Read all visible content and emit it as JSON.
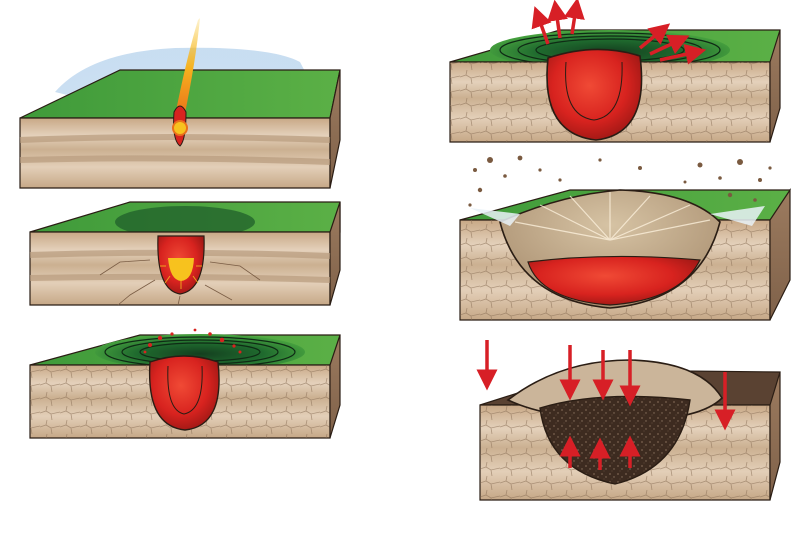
{
  "figure": {
    "description_free": true,
    "panel_count": 6,
    "columns": 2,
    "panels": [
      {
        "column": "left",
        "order": 1,
        "stage": "impact-entry",
        "elements": [
          "meteor-trail",
          "shockwave-dome",
          "impact-point"
        ]
      },
      {
        "column": "left",
        "order": 2,
        "stage": "contact-compression",
        "elements": [
          "melt-cavity",
          "radial-cracks"
        ]
      },
      {
        "column": "left",
        "order": 3,
        "stage": "excavation-begins",
        "elements": [
          "expanding-cavity",
          "ejecta-spray",
          "fracture-rings"
        ]
      },
      {
        "column": "right",
        "order": 4,
        "stage": "excavation-flow",
        "elements": [
          "expanding-cavity",
          "ejecta-arrows",
          "fracture-rings"
        ]
      },
      {
        "column": "right",
        "order": 5,
        "stage": "ejecta-curtain",
        "elements": [
          "transient-crater",
          "ejecta-curtain",
          "debris-particles"
        ]
      },
      {
        "column": "right",
        "order": 6,
        "stage": "modification-collapse",
        "elements": [
          "breccia-fill",
          "collapse-arrows",
          "rim-uplift"
        ]
      }
    ]
  },
  "colors": {
    "grass_top": "#3f9a3a",
    "grass_dark": "#1c5a2a",
    "soil_front": "#d9c3aa",
    "soil_stripe": "#b89b7d",
    "soil_side": "#a4856a",
    "melt": "#d8231f",
    "melt_dark": "#8c1512",
    "fire_yellow": "#f7c21e",
    "fire_orange": "#f08a12",
    "shock_blue": "#bcd7ef",
    "breccia": "#3d2b20",
    "arrow_red": "#d71f26",
    "outline": "#2a1d14"
  }
}
